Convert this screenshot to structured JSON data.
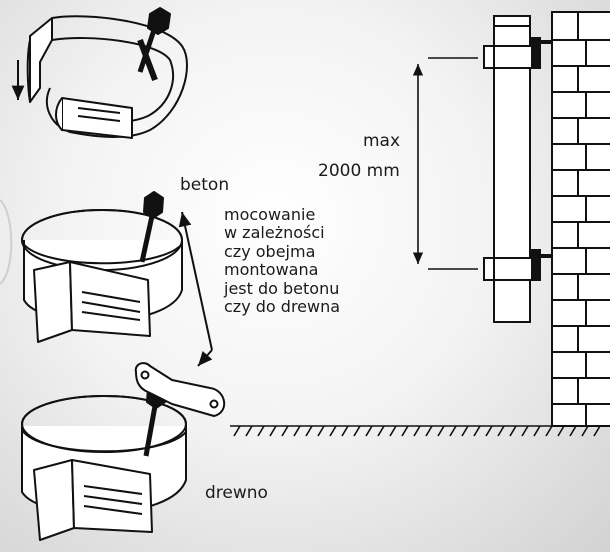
{
  "labels": {
    "beton": "beton",
    "drewno": "drewno",
    "max": "max",
    "distance": "2000 mm"
  },
  "note_lines": [
    "mocowanie",
    "w zależności",
    "czy obejma",
    "montowana",
    "jest do betonu",
    "czy do drewna"
  ]
}
